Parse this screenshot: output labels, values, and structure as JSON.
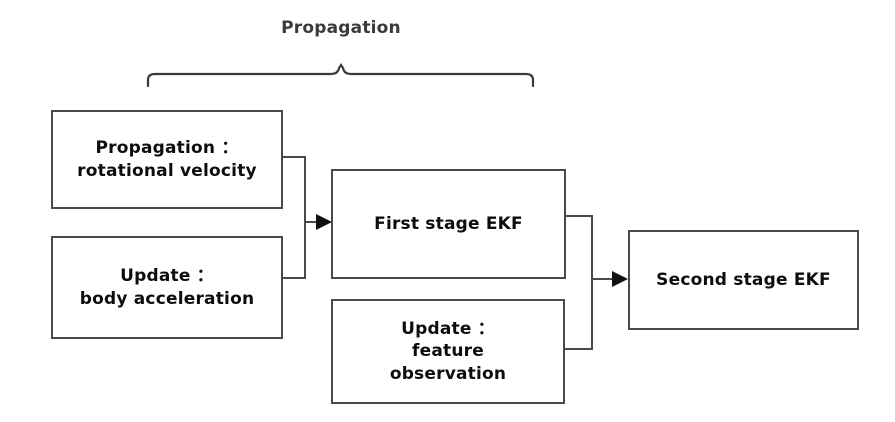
{
  "figure": {
    "type": "flow-diagram",
    "background_color": "#ffffff",
    "line_color": "#4a4a4a",
    "text_color": "#0d0d0d",
    "label_color": "#3a3a3a"
  },
  "group_label": {
    "text": "Propagation",
    "brace": "curly-brace-top",
    "spans_nodes": [
      "Propagation : rotational velocity",
      "Update : body acceleration",
      "First stage EKF"
    ]
  },
  "nodes": [
    {
      "id": "prop-rot",
      "text": "Propagation ：\nrotational velocity"
    },
    {
      "id": "upd-acc",
      "text": "Update ：\nbody acceleration"
    },
    {
      "id": "first-ekf",
      "text": "First stage EKF"
    },
    {
      "id": "upd-feat",
      "text": "Update ：\nfeature\nobservation"
    },
    {
      "id": "second-ekf",
      "text": "Second stage EKF"
    }
  ],
  "edges": [
    {
      "from": "prop-rot",
      "to": "first-ekf",
      "style": "orthogonal-merge",
      "arrow": true
    },
    {
      "from": "upd-acc",
      "to": "first-ekf",
      "style": "orthogonal-merge",
      "arrow": true
    },
    {
      "from": "first-ekf",
      "to": "second-ekf",
      "style": "orthogonal-merge",
      "arrow": true
    },
    {
      "from": "upd-feat",
      "to": "second-ekf",
      "style": "orthogonal-merge",
      "arrow": true
    }
  ]
}
